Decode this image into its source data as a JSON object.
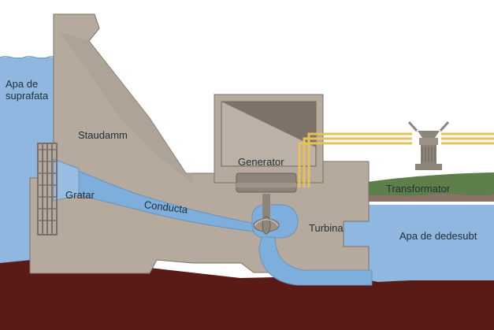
{
  "labels": {
    "upstream_water": [
      "Apa de",
      "suprafata"
    ],
    "dam": "Staudamm",
    "generator": "Generator",
    "intake_grate": "Gratar",
    "penstock": "Conducta",
    "transformer": "Transformator",
    "turbine": "Turbina",
    "downstream_water": "Apa de dedesubt"
  },
  "colors": {
    "water": "#8fb7df",
    "water_dark": "#7daedc",
    "concrete": "#b5aa9d",
    "concrete_shadow": "#aa9f92",
    "concrete_edge": "#7b7166",
    "ground": "#5a1a16",
    "hill": "#5f7f4a",
    "power_line": "#e7c05a",
    "metal": "#8d8579"
  },
  "icons": {
    "generator": "generator-icon",
    "turbine": "turbine-icon",
    "transformer": "transformer-icon"
  }
}
